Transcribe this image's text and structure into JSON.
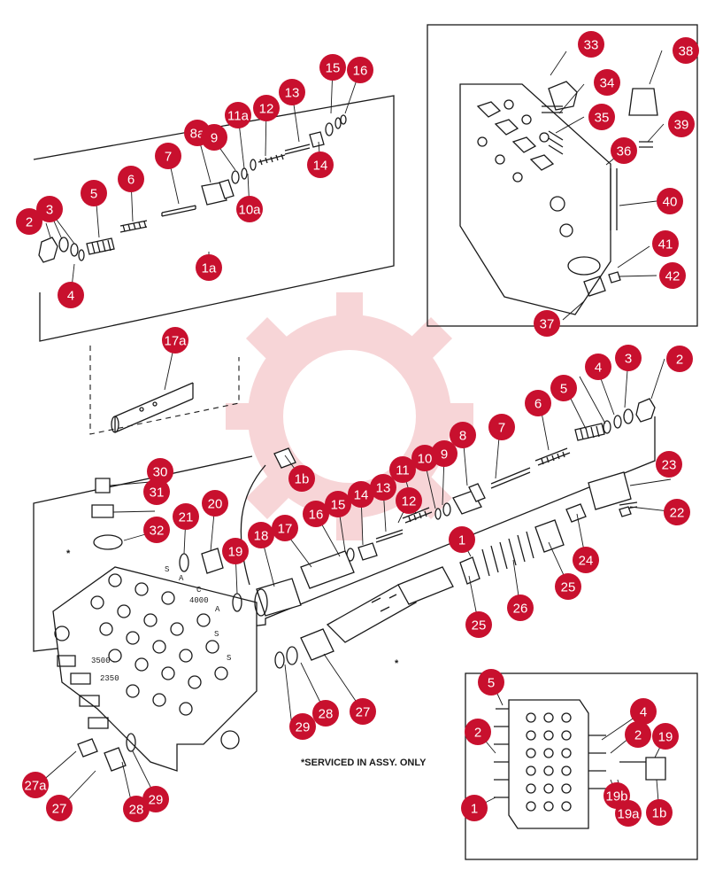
{
  "note": "*SERVICED IN ASSY. ONLY",
  "body_stamps": [
    "3500",
    "2350",
    "A",
    "A",
    "S",
    "S",
    "S",
    "C",
    "4000"
  ],
  "callouts": [
    {
      "id": "c-2-top",
      "label": "2"
    },
    {
      "id": "c-3-top",
      "label": "3"
    },
    {
      "id": "c-4-top",
      "label": "4"
    },
    {
      "id": "c-5-top",
      "label": "5"
    },
    {
      "id": "c-6-top",
      "label": "6"
    },
    {
      "id": "c-7-top",
      "label": "7"
    },
    {
      "id": "c-8a",
      "label": "8a"
    },
    {
      "id": "c-9-top",
      "label": "9"
    },
    {
      "id": "c-10a",
      "label": "10a"
    },
    {
      "id": "c-11a",
      "label": "11a"
    },
    {
      "id": "c-12-top",
      "label": "12"
    },
    {
      "id": "c-13-top",
      "label": "13"
    },
    {
      "id": "c-14-top",
      "label": "14"
    },
    {
      "id": "c-15-top",
      "label": "15"
    },
    {
      "id": "c-16-top",
      "label": "16"
    },
    {
      "id": "c-1a",
      "label": "1a"
    },
    {
      "id": "c-17a",
      "label": "17a"
    },
    {
      "id": "c-33",
      "label": "33"
    },
    {
      "id": "c-34",
      "label": "34"
    },
    {
      "id": "c-35",
      "label": "35"
    },
    {
      "id": "c-36",
      "label": "36"
    },
    {
      "id": "c-37",
      "label": "37"
    },
    {
      "id": "c-38",
      "label": "38"
    },
    {
      "id": "c-39",
      "label": "39"
    },
    {
      "id": "c-40",
      "label": "40"
    },
    {
      "id": "c-41",
      "label": "41"
    },
    {
      "id": "c-42",
      "label": "42"
    },
    {
      "id": "c-2-mid",
      "label": "2"
    },
    {
      "id": "c-3-mid",
      "label": "3"
    },
    {
      "id": "c-4-mid",
      "label": "4"
    },
    {
      "id": "c-5-mid",
      "label": "5"
    },
    {
      "id": "c-6-mid",
      "label": "6"
    },
    {
      "id": "c-7-mid",
      "label": "7"
    },
    {
      "id": "c-8-mid",
      "label": "8"
    },
    {
      "id": "c-9-mid",
      "label": "9"
    },
    {
      "id": "c-10-mid",
      "label": "10"
    },
    {
      "id": "c-11-mid",
      "label": "11"
    },
    {
      "id": "c-12-mid",
      "label": "12"
    },
    {
      "id": "c-13-mid",
      "label": "13"
    },
    {
      "id": "c-14-mid",
      "label": "14"
    },
    {
      "id": "c-15-mid",
      "label": "15"
    },
    {
      "id": "c-16-mid",
      "label": "16"
    },
    {
      "id": "c-17-mid",
      "label": "17"
    },
    {
      "id": "c-18",
      "label": "18"
    },
    {
      "id": "c-1b-mid",
      "label": "1b"
    },
    {
      "id": "c-1-mid",
      "label": "1"
    },
    {
      "id": "c-19-mid",
      "label": "19"
    },
    {
      "id": "c-20",
      "label": "20"
    },
    {
      "id": "c-21",
      "label": "21"
    },
    {
      "id": "c-22",
      "label": "22"
    },
    {
      "id": "c-23",
      "label": "23"
    },
    {
      "id": "c-24",
      "label": "24"
    },
    {
      "id": "c-25a",
      "label": "25"
    },
    {
      "id": "c-25b",
      "label": "25"
    },
    {
      "id": "c-26",
      "label": "26"
    },
    {
      "id": "c-27-mid",
      "label": "27"
    },
    {
      "id": "c-28-mid",
      "label": "28"
    },
    {
      "id": "c-29-mid",
      "label": "29"
    },
    {
      "id": "c-30",
      "label": "30"
    },
    {
      "id": "c-31",
      "label": "31"
    },
    {
      "id": "c-32",
      "label": "32"
    },
    {
      "id": "c-27a",
      "label": "27a"
    },
    {
      "id": "c-27-bot",
      "label": "27"
    },
    {
      "id": "c-28-bot",
      "label": "28"
    },
    {
      "id": "c-29-bot",
      "label": "29"
    },
    {
      "id": "c-5-inset",
      "label": "5"
    },
    {
      "id": "c-2-inset-l",
      "label": "2"
    },
    {
      "id": "c-1-inset",
      "label": "1"
    },
    {
      "id": "c-4-inset",
      "label": "4"
    },
    {
      "id": "c-2-inset-r",
      "label": "2"
    },
    {
      "id": "c-19-inset",
      "label": "19"
    },
    {
      "id": "c-19b-inset",
      "label": "19b"
    },
    {
      "id": "c-19a-inset",
      "label": "19a"
    },
    {
      "id": "c-1b-inset",
      "label": "1b"
    }
  ]
}
